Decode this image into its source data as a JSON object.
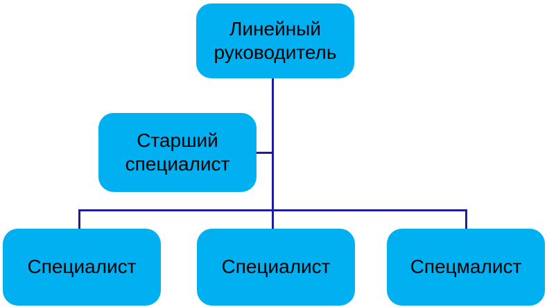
{
  "diagram": {
    "type": "org-chart",
    "colors": {
      "node_fill": "#00b0f0",
      "connector": "#1c1c9c",
      "text": "#000000",
      "background": "#ffffff"
    },
    "nodes": {
      "root": {
        "label": "Линейный руководитель",
        "level": 1
      },
      "senior": {
        "label": "Старший специалист",
        "level": 2
      },
      "spec1": {
        "label": "Специалист",
        "level": 3
      },
      "spec2": {
        "label": "Специалист",
        "level": 3
      },
      "spec3": {
        "label": "Спецмалист",
        "level": 3
      }
    },
    "edges": [
      {
        "from": "root",
        "to": "senior"
      },
      {
        "from": "root",
        "to": "spec1"
      },
      {
        "from": "root",
        "to": "spec2"
      },
      {
        "from": "root",
        "to": "spec3"
      }
    ]
  }
}
